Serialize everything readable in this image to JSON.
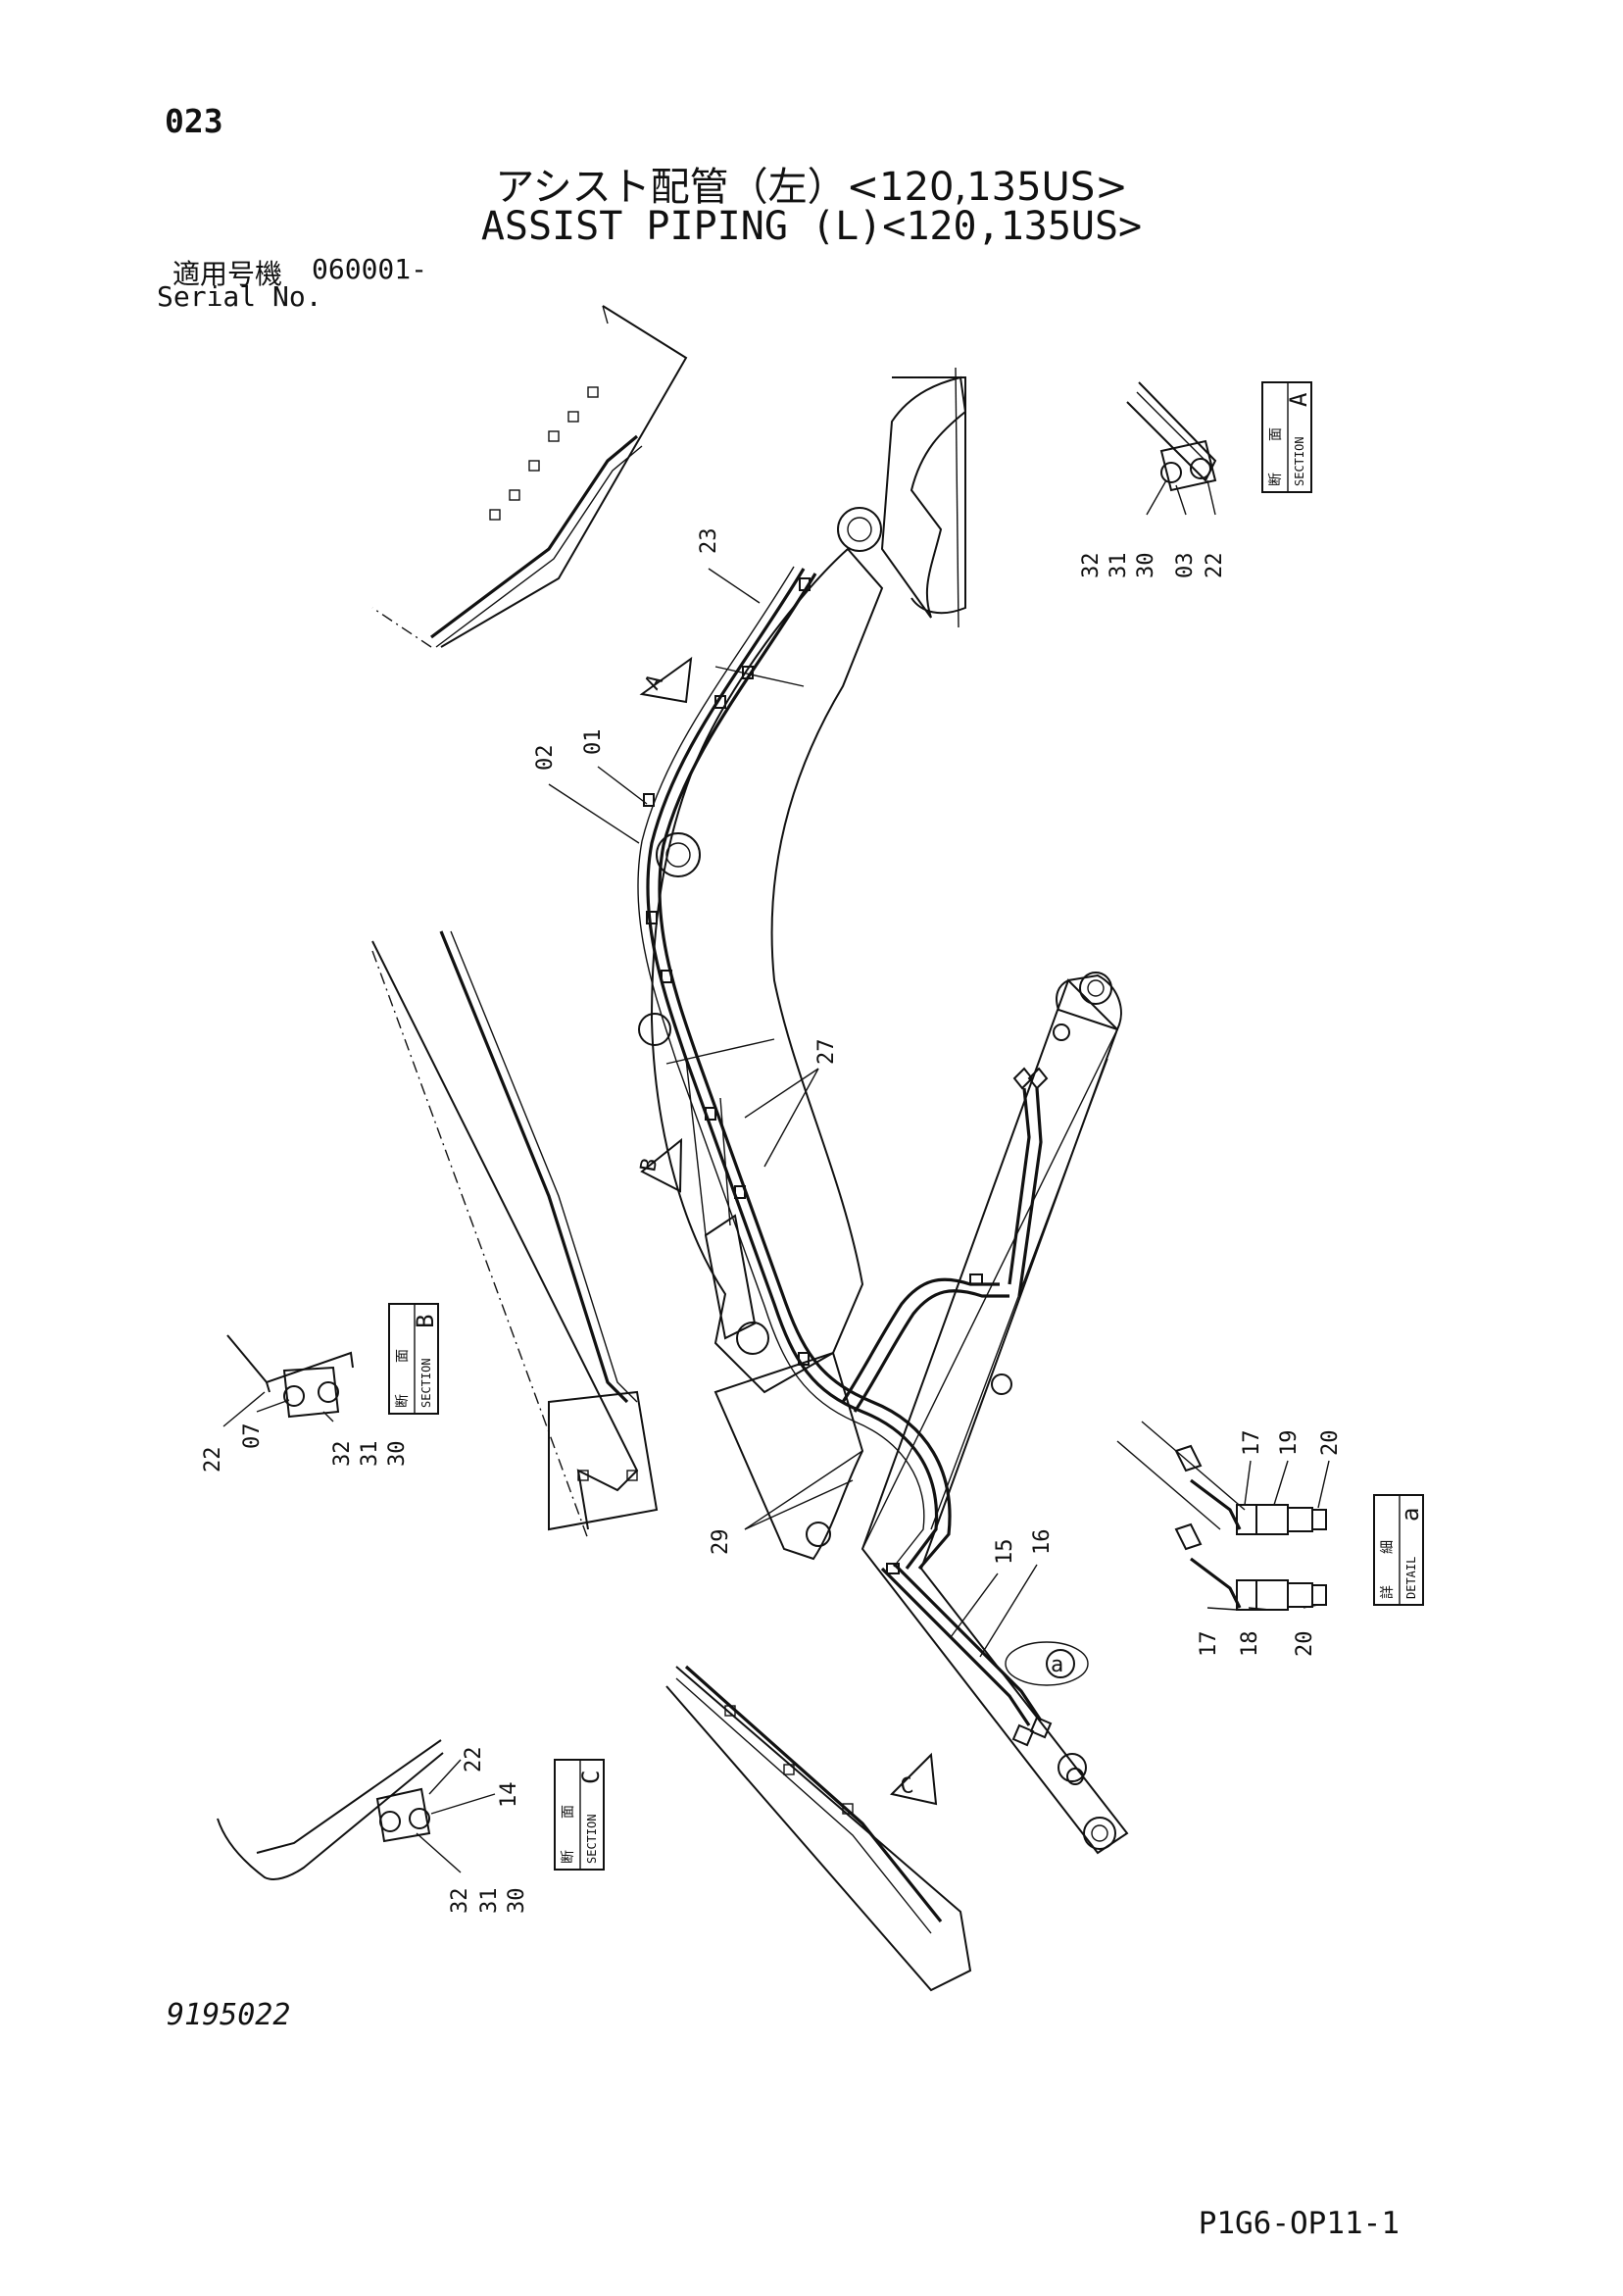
{
  "header": {
    "page_number": "023",
    "title_jp": "アシスト配管（左）<120,135US>",
    "title_en": "ASSIST PIPING (L)<120,135US>",
    "serial_label_jp": "適用号機",
    "serial_value": "060001-",
    "serial_label_en": "Serial No."
  },
  "footer": {
    "figure_code": "9195022",
    "page_code": "P1G6-OP11-1"
  },
  "view_markers": {
    "a": "A",
    "b": "B",
    "c": "C",
    "detail": "a"
  },
  "boxes": {
    "section_a": {
      "jp1": "断",
      "jp2": "面",
      "en": "SECTION",
      "letter": "A"
    },
    "section_b": {
      "jp1": "断",
      "jp2": "面",
      "en": "SECTION",
      "letter": "B"
    },
    "section_c": {
      "jp1": "断",
      "jp2": "面",
      "en": "SECTION",
      "letter": "C"
    },
    "detail_a": {
      "jp1": "詳",
      "jp2": "細",
      "en": "DETAIL",
      "letter": "a"
    }
  },
  "callouts": {
    "main": {
      "p23": "23",
      "p02": "02",
      "p01": "01",
      "p27": "27",
      "p29": "29",
      "p15": "15",
      "p16": "16"
    },
    "section_a": {
      "p32": "32",
      "p31": "31",
      "p30": "30",
      "p03": "03",
      "p22": "22"
    },
    "section_b": {
      "p22": "22",
      "p07": "07",
      "p32": "32",
      "p31": "31",
      "p30": "30"
    },
    "section_c": {
      "p22": "22",
      "p14": "14",
      "p32": "32",
      "p31": "31",
      "p30": "30"
    },
    "detail_a": {
      "top": [
        "17",
        "19",
        "20"
      ],
      "bottom": [
        "17",
        "18",
        "20"
      ]
    }
  }
}
